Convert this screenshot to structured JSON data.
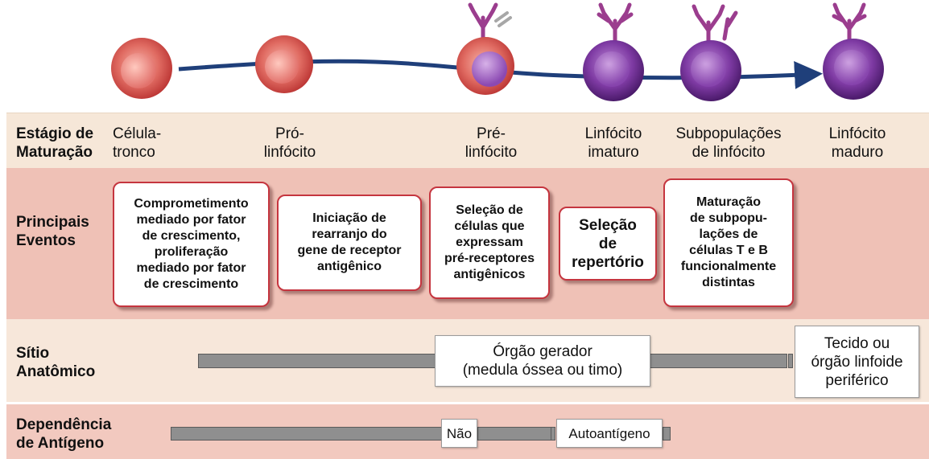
{
  "rows": {
    "stage": "Estágio de\nMaturação",
    "events": "Principais\nEventos",
    "site": "Sítio\nAnatômico",
    "antigen": "Dependência\nde Antígeno"
  },
  "stages": [
    "Célula-\ntronco",
    "Pró-\nlinfócito",
    "Pré-\nlinfócito",
    "Linfócito\nimaturo",
    "Subpopulações\nde linfócito",
    "Linfócito\nmaduro"
  ],
  "events": [
    "Comprometimento\nmediado por fator\nde crescimento,\nproliferação\nmediado por fator\nde crescimento",
    "Iniciação de\nrearranjo do\ngene de receptor\nantigênico",
    "Seleção de\ncélulas que\nexpressam\npré-receptores\nantigênicos",
    "Seleção\nde\nrepertório",
    "Maturação\nde subpopu-\nlações de\ncélulas T e B\nfuncionalmente\ndistintas"
  ],
  "site": {
    "generator": "Órgão gerador\n(medula óssea ou timo)",
    "peripheral": "Tecido ou\nórgão linfoide\nperiférico"
  },
  "antigen": {
    "no": "Não",
    "self": "Autoantígeno"
  },
  "colors": {
    "stage_band": "#f6e7d8",
    "events_band": "#efc1b6",
    "site_band": "#f7e7da",
    "antigen_band": "#f2c9bf",
    "box_border": "#c5353f",
    "timeline_arrow": "#1f3f7a",
    "bar_gray": "#8f8f8f",
    "precursor_cell": "#d44a4a",
    "lymphocyte_cell": "#6a2d8f",
    "receptor": "#9b3d8e"
  },
  "icons": [
    "stem-cell",
    "pro-lymphocyte-cell",
    "pre-lymphocyte-cell",
    "immature-lymphocyte-cell",
    "lymphocyte-subset-cell",
    "mature-lymphocyte-cell",
    "timeline-arrow"
  ]
}
